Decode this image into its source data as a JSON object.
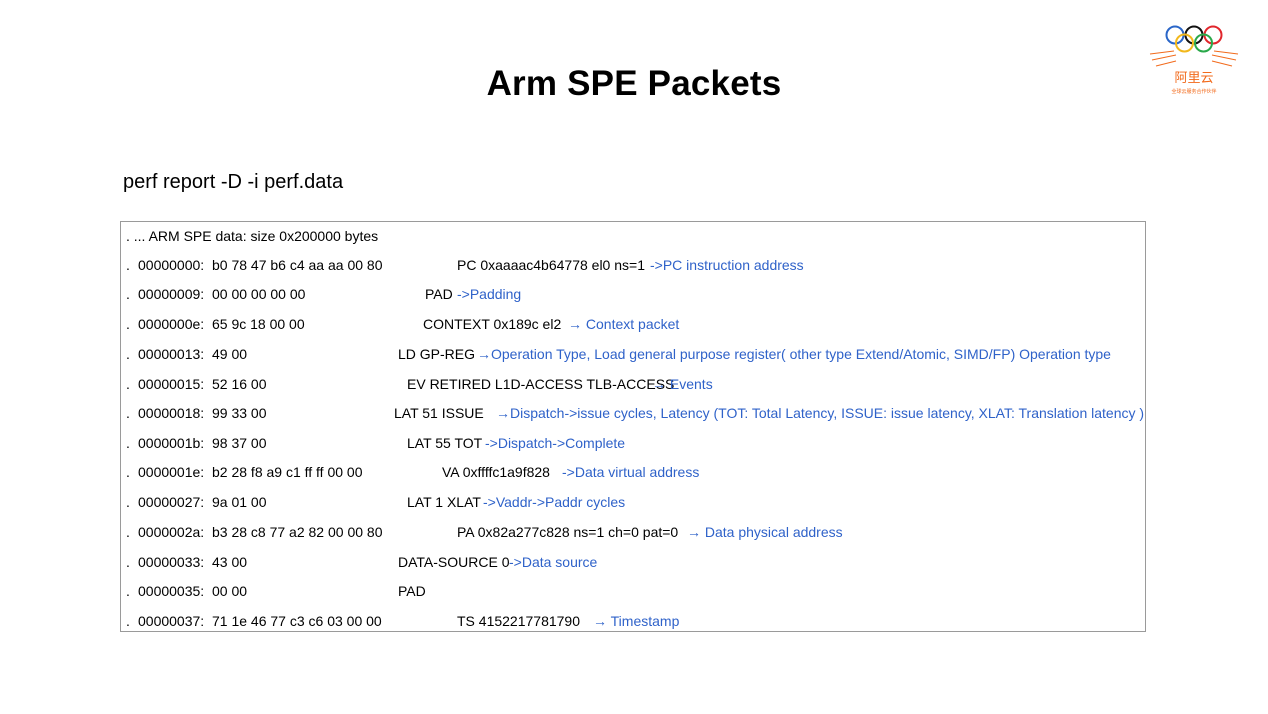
{
  "slide": {
    "title": "Arm SPE Packets",
    "command": "perf report -D -i perf.data"
  },
  "logo": {
    "brand_text": "阿里云",
    "tagline": "全球云服务合作伙伴"
  },
  "dump": {
    "header": ". ... ARM SPE data: size 0x200000 bytes",
    "rows": [
      {
        "prefix": ".",
        "offset": "00000000:",
        "bytes": "b0 78 47 b6 c4 aa aa 00 80",
        "packet": "PC 0xaaaac4b64778 el0 ns=1",
        "note": "->PC instruction address"
      },
      {
        "prefix": ".",
        "offset": "00000009:",
        "bytes": "00 00 00 00 00",
        "packet": "PAD",
        "note": "->Padding"
      },
      {
        "prefix": ".",
        "offset": "0000000e:",
        "bytes": "65 9c 18 00 00",
        "packet": "CONTEXT 0x189c el2",
        "note": "→ Context packet"
      },
      {
        "prefix": ".",
        "offset": "00000013:",
        "bytes": "49 00",
        "packet": "LD GP-REG",
        "note": "→Operation Type, Load general purpose register( other type Extend/Atomic, SIMD/FP) Operation type"
      },
      {
        "prefix": ".",
        "offset": "00000015:",
        "bytes": "52 16 00",
        "packet": "EV RETIRED L1D-ACCESS TLB-ACCESS",
        "note": "→ Events"
      },
      {
        "prefix": ".",
        "offset": "00000018:",
        "bytes": "99 33 00",
        "packet": "LAT 51 ISSUE",
        "note": "→Dispatch->issue cycles, Latency (TOT: Total Latency, ISSUE: issue latency, XLAT: Translation latency )"
      },
      {
        "prefix": ".",
        "offset": "0000001b:",
        "bytes": "98 37 00",
        "packet": "LAT 55 TOT",
        "note": "->Dispatch->Complete"
      },
      {
        "prefix": ".",
        "offset": "0000001e:",
        "bytes": "b2 28 f8 a9 c1 ff ff 00 00",
        "packet": "VA 0xffffc1a9f828",
        "note": "->Data virtual address"
      },
      {
        "prefix": ".",
        "offset": "00000027:",
        "bytes": "9a 01 00",
        "packet": "LAT 1 XLAT",
        "note": "->Vaddr->Paddr cycles"
      },
      {
        "prefix": ".",
        "offset": "0000002a:",
        "bytes": "b3 28 c8 77 a2 82 00 00 80",
        "packet": "PA 0x82a277c828 ns=1 ch=0 pat=0",
        "note": "→ Data physical address"
      },
      {
        "prefix": ".",
        "offset": "00000033:",
        "bytes": "43 00",
        "packet": "DATA-SOURCE 0",
        "note": "->Data source"
      },
      {
        "prefix": ".",
        "offset": "00000035:",
        "bytes": "00 00",
        "packet": "PAD",
        "note": ""
      },
      {
        "prefix": ".",
        "offset": "00000037:",
        "bytes": "71 1e 46 77 c3 c6 03 00 00",
        "packet": "TS 4152217781790",
        "note": "→ Timestamp"
      }
    ]
  },
  "colors": {
    "annotation": "#2f62c9",
    "border": "#9a9a9a",
    "logo_orange": "#f26a1b"
  }
}
